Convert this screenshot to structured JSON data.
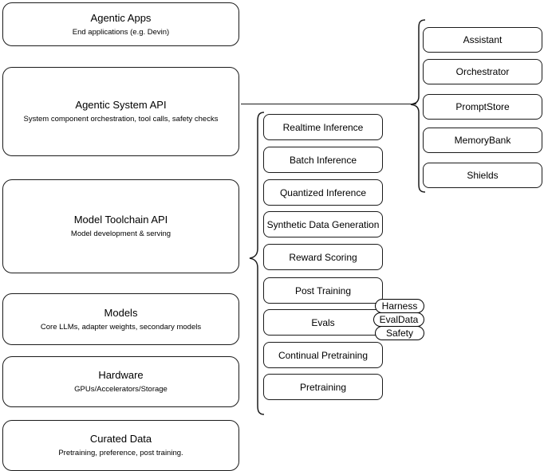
{
  "diagram": {
    "title": "AI Stack Layers Diagram",
    "stroke_color": "#1a1a1a",
    "background_color": "#ffffff"
  },
  "stack_layers": [
    {
      "name": "agentic-apps",
      "title": "Agentic Apps",
      "subtitle": "End applications (e.g. Devin)"
    },
    {
      "name": "agentic-system-api",
      "title": "Agentic System API",
      "subtitle": "System component orchestration, tool calls, safety checks"
    },
    {
      "name": "model-toolchain-api",
      "title": "Model Toolchain API",
      "subtitle": "Model development & serving"
    },
    {
      "name": "models",
      "title": "Models",
      "subtitle": "Core LLMs, adapter weights, secondary models"
    },
    {
      "name": "hardware",
      "title": "Hardware",
      "subtitle": "GPUs/Accelerators/Storage"
    },
    {
      "name": "curated-data",
      "title": "Curated Data",
      "subtitle": "Pretraining, preference, post training."
    }
  ],
  "toolchain_components": [
    {
      "name": "realtime-inference",
      "label": "Realtime Inference"
    },
    {
      "name": "batch-inference",
      "label": "Batch Inference"
    },
    {
      "name": "quantized-inference",
      "label": "Quantized Inference"
    },
    {
      "name": "synthetic-data-generation",
      "label": "Synthetic Data Generation"
    },
    {
      "name": "reward-scoring",
      "label": "Reward Scoring"
    },
    {
      "name": "post-training",
      "label": "Post Training"
    },
    {
      "name": "evals",
      "label": "Evals"
    },
    {
      "name": "continual-pretraining",
      "label": "Continual Pretraining"
    },
    {
      "name": "pretraining",
      "label": "Pretraining"
    }
  ],
  "eval_tags": [
    {
      "name": "harness",
      "label": "Harness"
    },
    {
      "name": "evaldata",
      "label": "EvalData"
    },
    {
      "name": "safety",
      "label": "Safety"
    }
  ],
  "system_components": [
    {
      "name": "assistant",
      "label": "Assistant"
    },
    {
      "name": "orchestrator",
      "label": "Orchestrator"
    },
    {
      "name": "promptstore",
      "label": "PromptStore"
    },
    {
      "name": "memorybank",
      "label": "MemoryBank"
    },
    {
      "name": "shields",
      "label": "Shields"
    }
  ]
}
